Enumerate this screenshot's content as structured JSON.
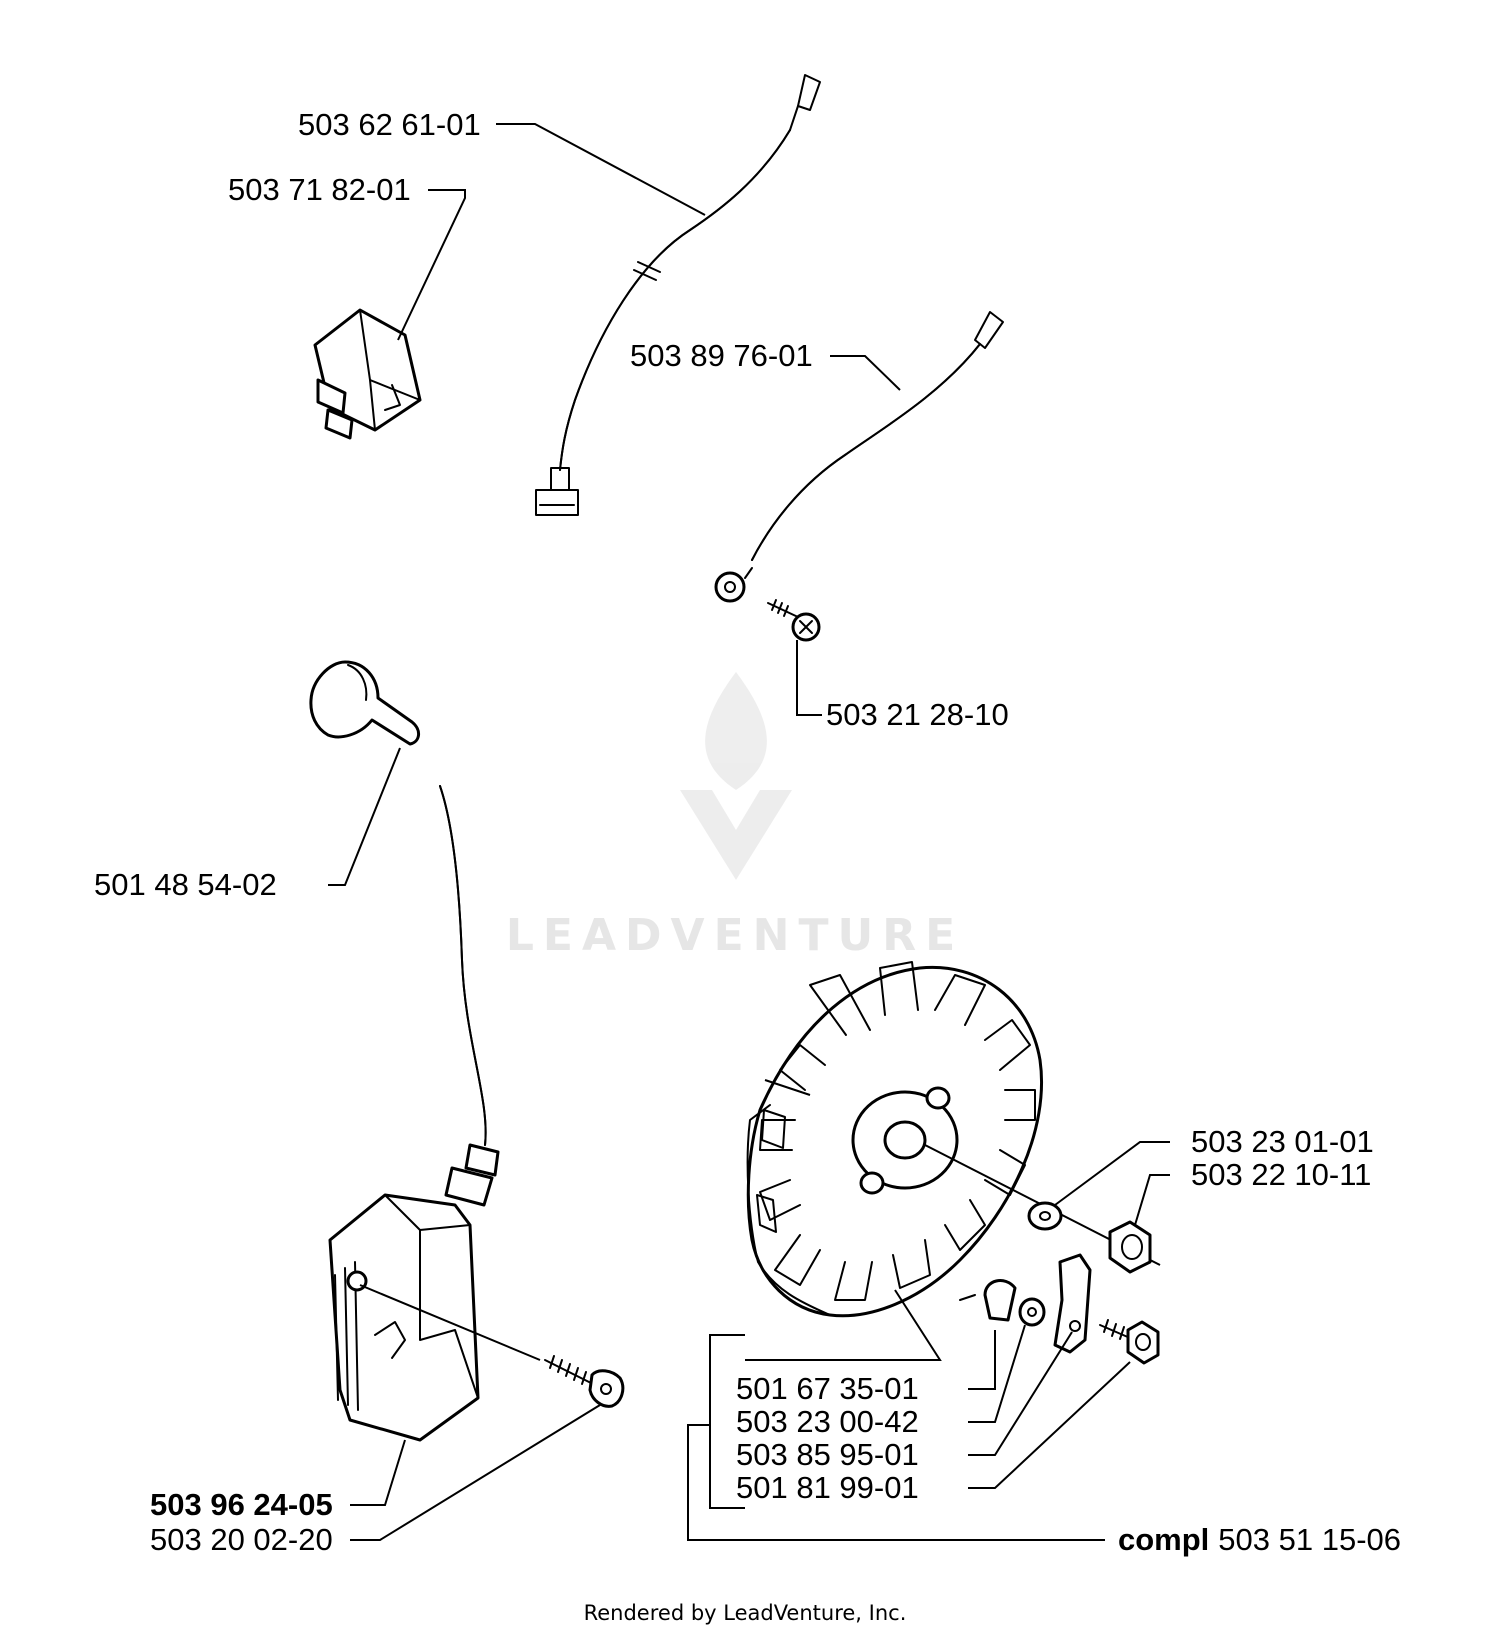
{
  "watermark": {
    "brand": "LEADVENTURE"
  },
  "footer": {
    "text": "Rendered by LeadVenture, Inc."
  },
  "parts": {
    "wire_long": "503 62 61-01",
    "switch": "503 71 82-01",
    "wire_short": "503 89 76-01",
    "screw_small": "503 21 28-10",
    "spark_cap": "501 48 54-02",
    "ignition_module": "503 96 24-05",
    "module_screw": "503 20 02-20",
    "washer": "503 23 01-01",
    "nut": "503 22 10-11",
    "key": "501 67 35-01",
    "washer_small": "503 23 00-42",
    "pawl": "503 85 95-01",
    "pawl_screw": "501 81 99-01",
    "compl_prefix": "compl",
    "compl_number": "503 51 15-06"
  }
}
